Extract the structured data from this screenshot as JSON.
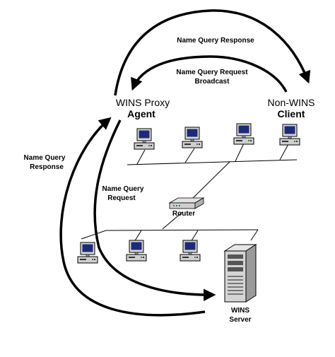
{
  "labels": {
    "name_query_response_top": "Name Query Response",
    "name_query_request_broadcast_line1": "Name Query Request",
    "name_query_request_broadcast_line2": "Broadcast",
    "wins_proxy_line1": "WINS Proxy",
    "wins_proxy_line2": "Agent",
    "non_wins_line1": "Non-WINS",
    "non_wins_line2": "Client",
    "name_query_response_left_line1": "Name Query",
    "name_query_response_left_line2": "Response",
    "name_query_request_mid_line1": "Name Query",
    "name_query_request_mid_line2": "Request",
    "router": "Router",
    "wins_server_line1": "WINS",
    "wins_server_line2": "Server"
  },
  "icons": {
    "computer": "desktop-computer-icon",
    "router": "router-icon",
    "server": "tower-server-icon"
  }
}
